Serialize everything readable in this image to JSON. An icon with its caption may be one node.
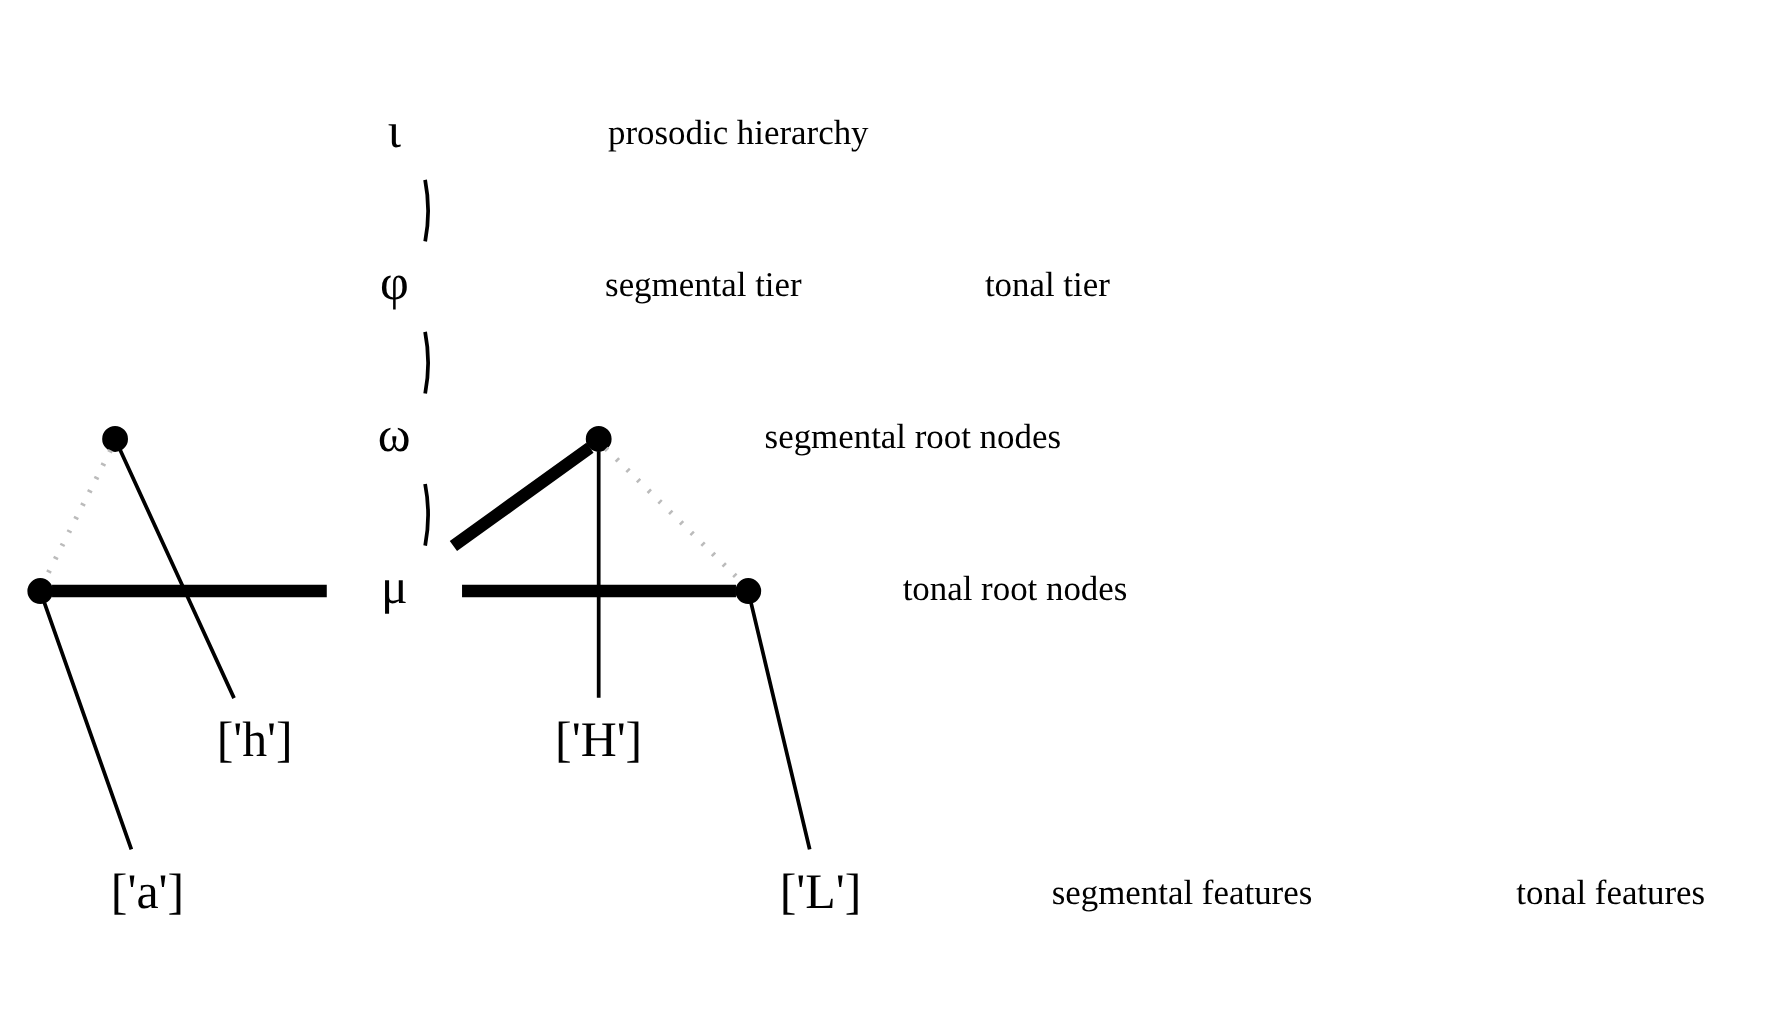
{
  "diagram": {
    "nodes": [
      {
        "text": [
          "ι"
        ]
      },
      {
        "text": [
          "φ"
        ]
      },
      {
        "text": [
          "ω"
        ]
      },
      {
        "text": [
          "μ"
        ]
      },
      {
        "text": [],
        "shape": "circle"
      },
      {
        "text": [],
        "shape": "circle"
      },
      {
        "text": [
          "['h']"
        ]
      },
      {
        "text": [
          "['a']"
        ]
      },
      {
        "text": [],
        "shape": "circle"
      },
      {
        "text": [],
        "shape": "circle"
      },
      {
        "text": [
          "['H']"
        ]
      },
      {
        "text": [
          "['L']"
        ]
      }
    ],
    "edges": [
      {
        "from": 0,
        "to": 1,
        "arrow": "none"
      },
      {
        "from": 1,
        "to": 2,
        "arrow": "none"
      },
      {
        "from": 2,
        "to": 3,
        "arrow": "none"
      },
      {
        "from": 4,
        "to": 6,
        "arrow": "none"
      },
      {
        "from": 4,
        "to": 5,
        "arrow": "none",
        "style": "dashed",
        "color": "#bbbbbb"
      },
      {
        "from": 5,
        "to": 7,
        "arrow": "none"
      },
      {
        "from": 5,
        "to": 3,
        "arrow": "none",
        "style": "thick"
      },
      {
        "from": 3,
        "to": 8,
        "arrow": "none",
        "style": "thick"
      },
      {
        "from": 3,
        "to": 9,
        "arrow": "none",
        "style": "thick"
      },
      {
        "from": 8,
        "to": 9,
        "arrow": "none",
        "style": "dashed",
        "color": "#bbbbbb"
      },
      {
        "from": 8,
        "to": 10,
        "arrow": "none"
      },
      {
        "from": 9,
        "to": 11,
        "arrow": "none"
      }
    ],
    "labels": [
      "prosodic hierarchy",
      "segmental tier",
      "segmental root nodes",
      "tonal tier",
      "tonal root nodes",
      "segmental features",
      "tonal features"
    ]
  }
}
